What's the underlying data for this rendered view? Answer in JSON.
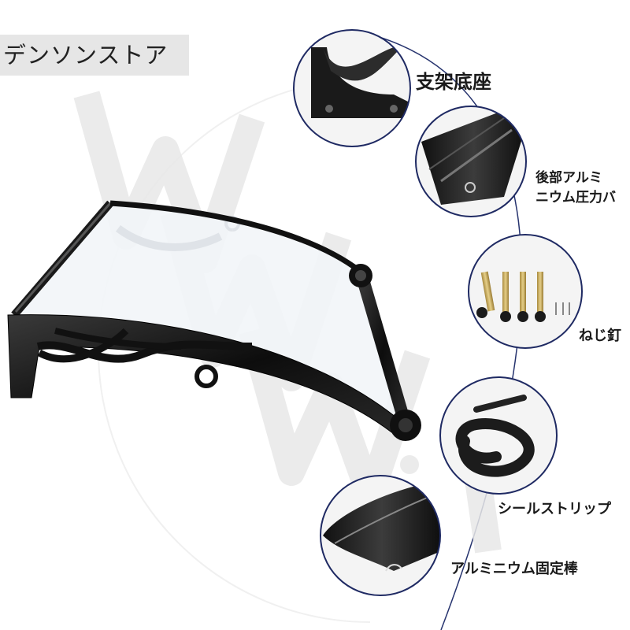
{
  "store_label": "デンソンストア",
  "watermark_text": "www.jp",
  "labels": {
    "bracket_base": "支架底座",
    "rear_rail_line1": "後部アルミ",
    "rear_rail_line2": "ニウム圧力バ",
    "screws": "ねじ釘",
    "seal_strip": "シールストリップ",
    "aluminium_fixing": "アルミニウム固定棒"
  },
  "colors": {
    "frame": "#121212",
    "circle_border": "#1f2a63",
    "connector_line": "#26336e",
    "label_bg": "#e6e6e6",
    "glass_tint": "#eef2f6"
  }
}
